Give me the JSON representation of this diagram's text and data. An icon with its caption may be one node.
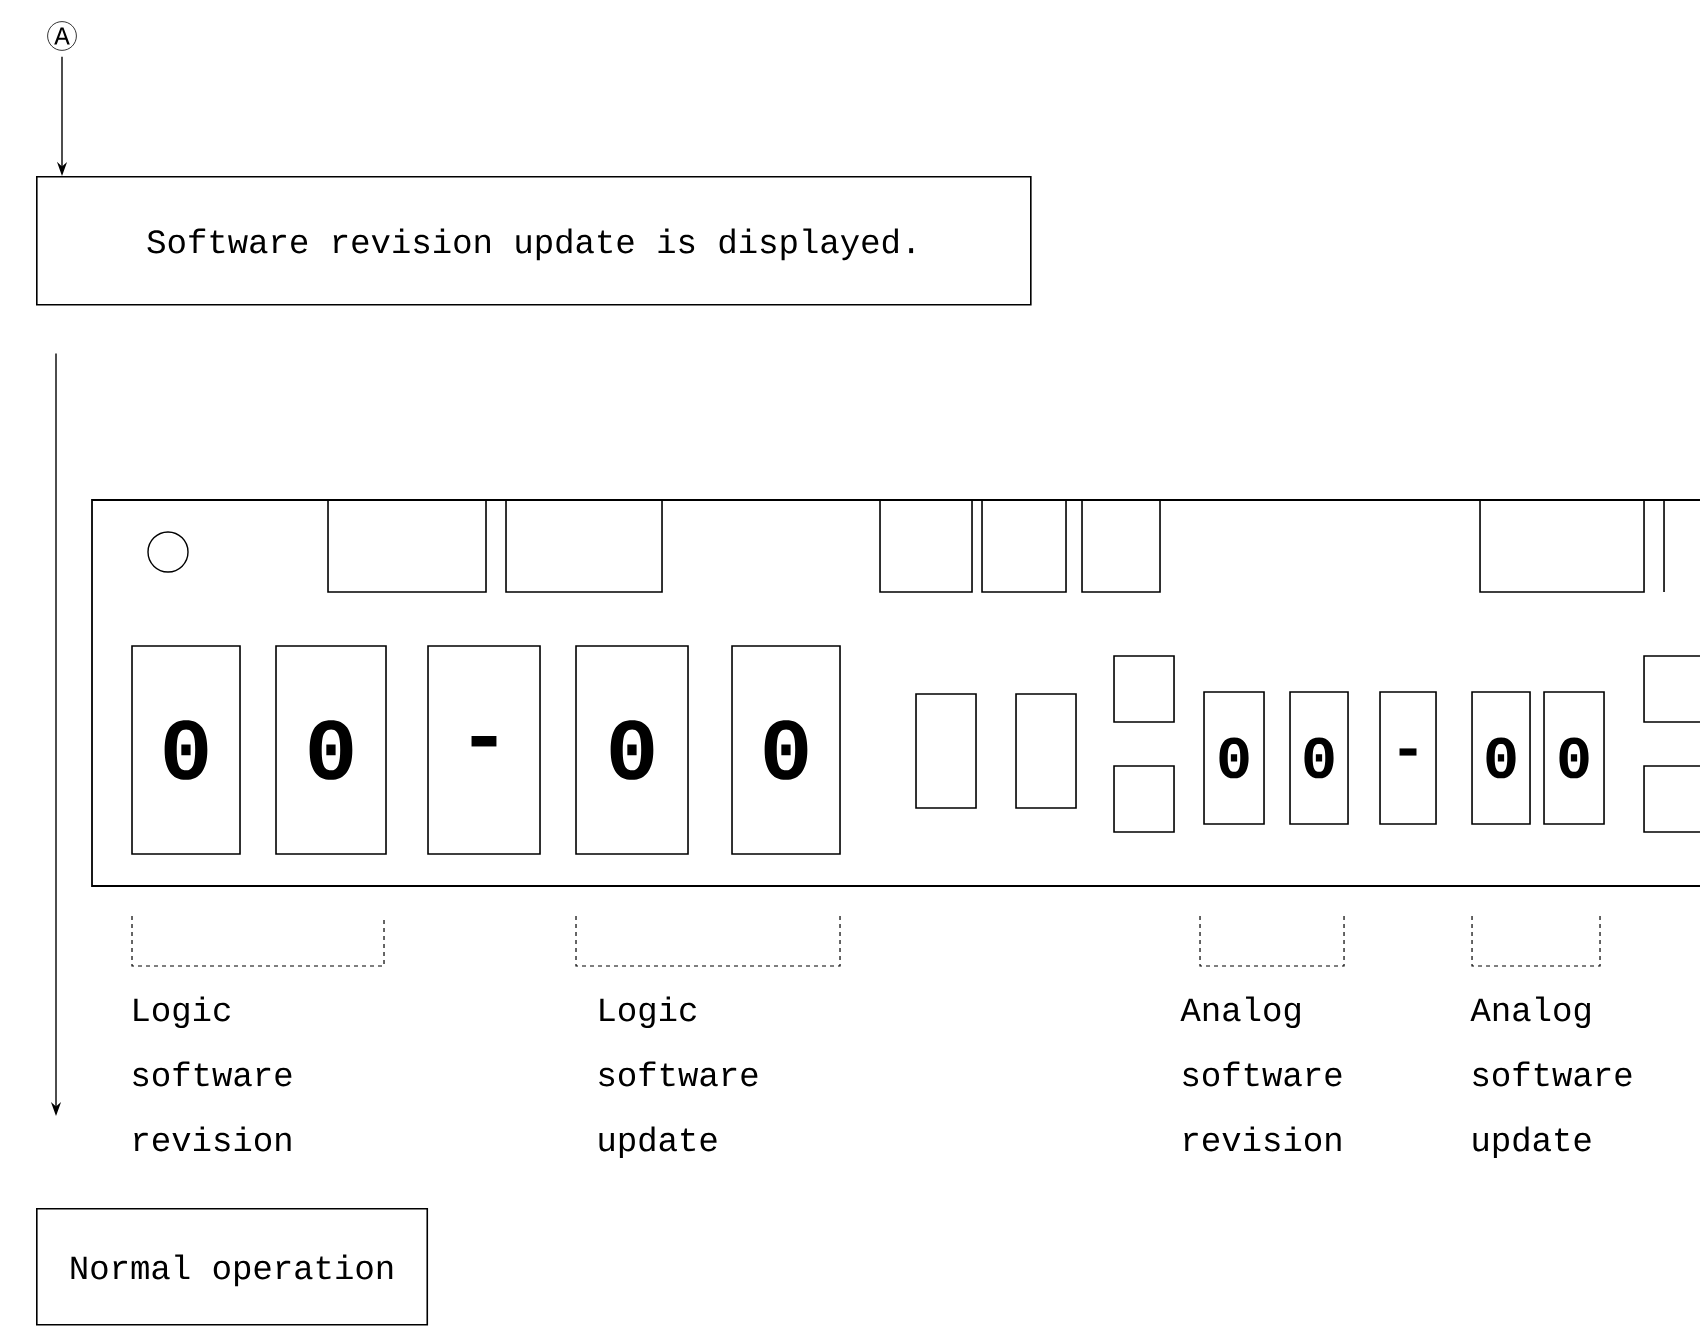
{
  "diagram": {
    "nodes": [
      {
        "text": [
          "A"
        ]
      },
      {
        "text": [
          "Software revision update is displayed."
        ]
      },
      {
        "text": [
          "Normal operation"
        ]
      }
    ],
    "edges": [
      {
        "from": 0,
        "to": 1,
        "arrow": "to"
      },
      {
        "from": 1,
        "to": 2,
        "arrow": "to"
      }
    ],
    "labels": [
      "0",
      "0",
      "-",
      "0",
      "0",
      "0",
      "0",
      "-",
      "0",
      "0",
      "Logic software revision",
      "Logic software update",
      "Analog software revision",
      "Analog software update"
    ]
  }
}
